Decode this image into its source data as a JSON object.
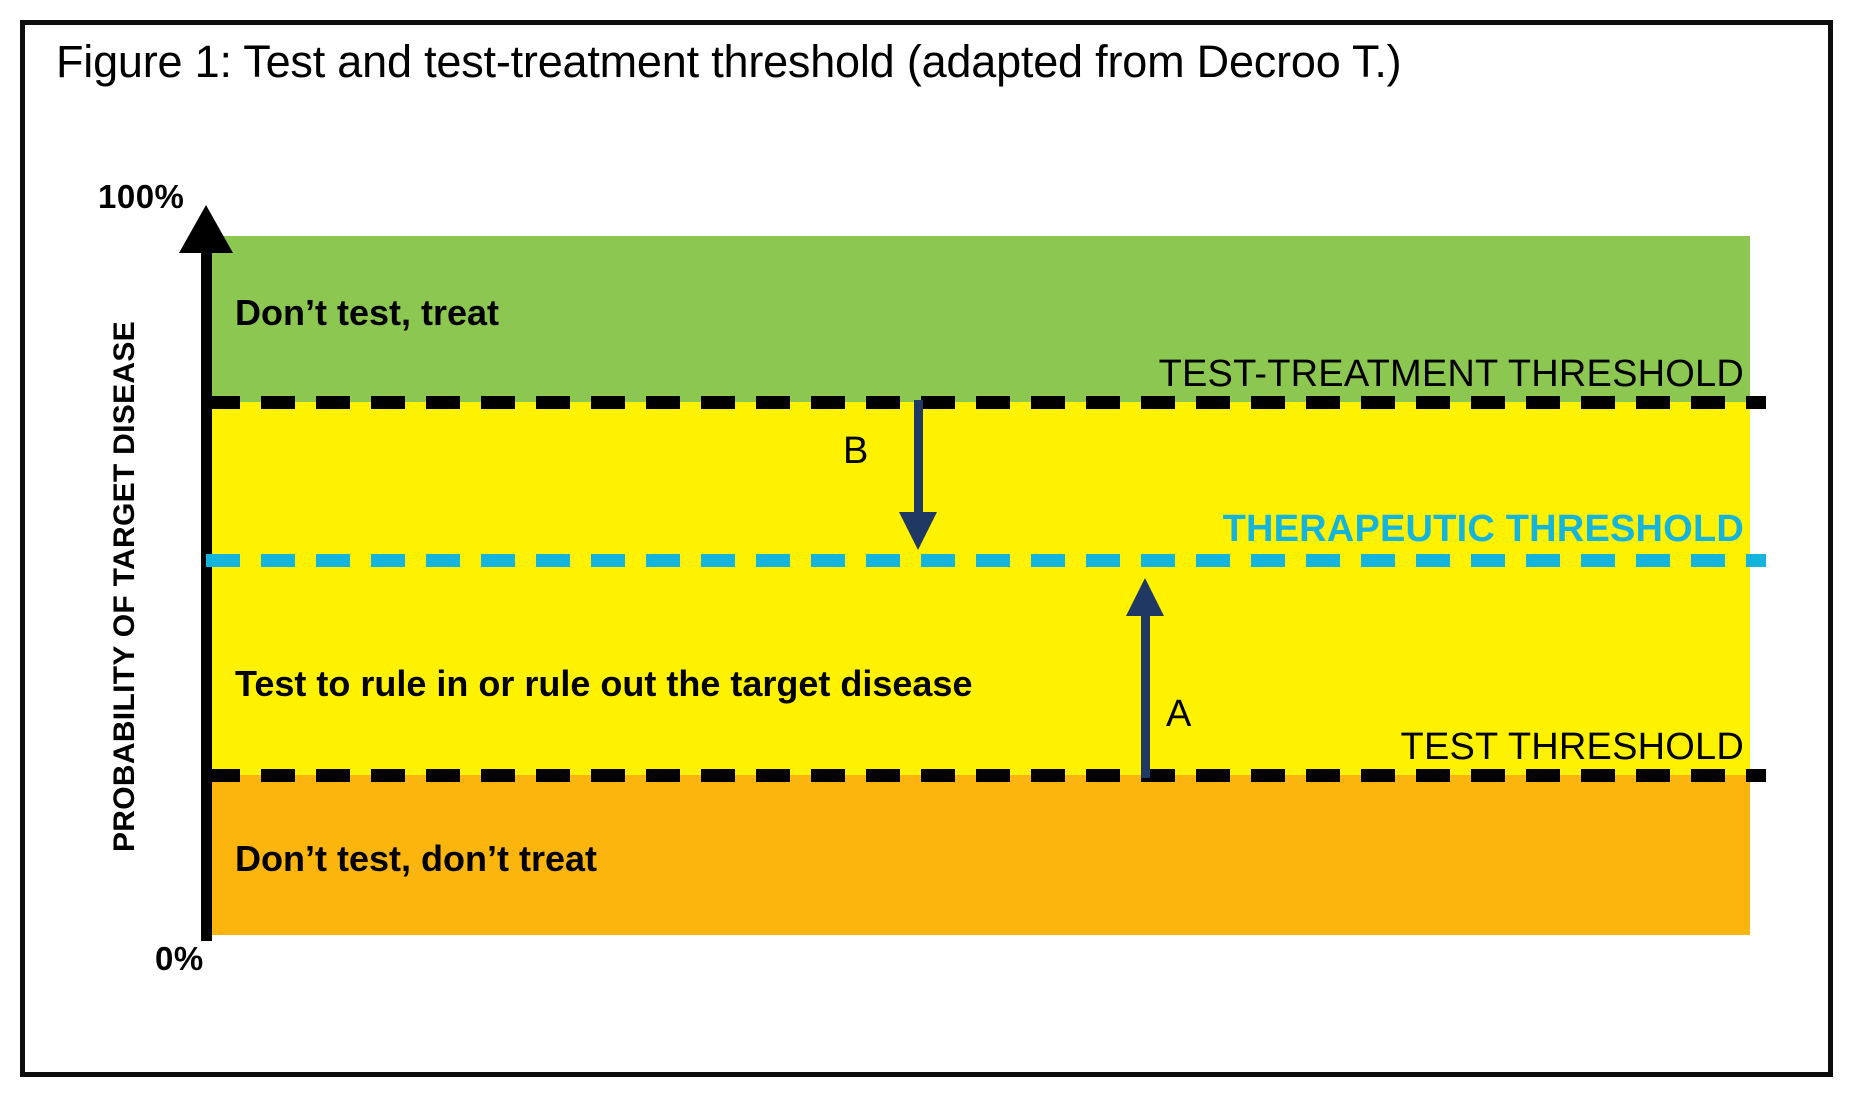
{
  "figure": {
    "title": "Figure 1: Test and test-treatment threshold (adapted from Decroo T.)"
  },
  "axis": {
    "y_title": "PROBABILITY OF TARGET DISEASE",
    "y_max_label": "100%",
    "y_min_label": "0%"
  },
  "zones": [
    {
      "name": "dont-test-treat",
      "label": "Don’t test, treat",
      "color": "#8CC751"
    },
    {
      "name": "test-to-rule",
      "label": "Test to rule in or rule out the target disease",
      "color": "#FFF200"
    },
    {
      "name": "dont-test-dont-treat",
      "label": "Don’t test, don’t treat",
      "color": "#FBB50C"
    }
  ],
  "thresholds": [
    {
      "name": "test-treatment-threshold",
      "label": "TEST-TREATMENT THRESHOLD",
      "color": "#000000",
      "style": "dashed"
    },
    {
      "name": "therapeutic-threshold",
      "label": "THERAPEUTIC THRESHOLD",
      "color": "#15B4DD",
      "style": "dashed"
    },
    {
      "name": "test-threshold",
      "label": "TEST THRESHOLD",
      "color": "#000000",
      "style": "dashed"
    }
  ],
  "arrows": [
    {
      "name": "arrow-b",
      "label": "B",
      "direction": "down",
      "color": "#1F3864",
      "from": "test-treatment-threshold",
      "to": "therapeutic-threshold"
    },
    {
      "name": "arrow-a",
      "label": "A",
      "direction": "up",
      "color": "#1F3864",
      "from": "test-threshold",
      "to": "therapeutic-threshold"
    }
  ],
  "chart_data": {
    "type": "bar",
    "title": "Figure 1: Test and test-treatment threshold (adapted from Decroo T.)",
    "xlabel": "",
    "ylabel": "PROBABILITY OF TARGET DISEASE",
    "ylim": [
      0,
      100
    ],
    "ytick_labels": [
      "0%",
      "100%"
    ],
    "grid": false,
    "legend": "none",
    "orientation": "horizontal-bands",
    "categories": [
      "Don’t test, don’t treat",
      "Test to rule in or rule out the target disease",
      "Don’t test, treat"
    ],
    "values": [
      23,
      54,
      24
    ],
    "band_ranges": [
      {
        "label": "Don’t test, don’t treat",
        "y_from": 0,
        "y_to": 23,
        "color": "#FBB50C"
      },
      {
        "label": "Test to rule in or rule out the target disease",
        "y_from": 23,
        "y_to": 76,
        "color": "#FFF200"
      },
      {
        "label": "Don’t test, treat",
        "y_from": 76,
        "y_to": 100,
        "color": "#8CC751"
      }
    ],
    "threshold_lines": [
      {
        "label": "TEST THRESHOLD",
        "y": 23,
        "color": "#000000",
        "style": "dashed"
      },
      {
        "label": "THERAPEUTIC THRESHOLD",
        "y": 54,
        "color": "#15B4DD",
        "style": "dashed"
      },
      {
        "label": "TEST-TREATMENT THRESHOLD",
        "y": 76,
        "color": "#000000",
        "style": "dashed"
      }
    ],
    "annotations": [
      {
        "text": "B",
        "direction": "down",
        "y_from": 76,
        "y_to": 54,
        "color": "#1F3864"
      },
      {
        "text": "A",
        "direction": "up",
        "y_from": 23,
        "y_to": 54,
        "color": "#1F3864"
      }
    ]
  }
}
